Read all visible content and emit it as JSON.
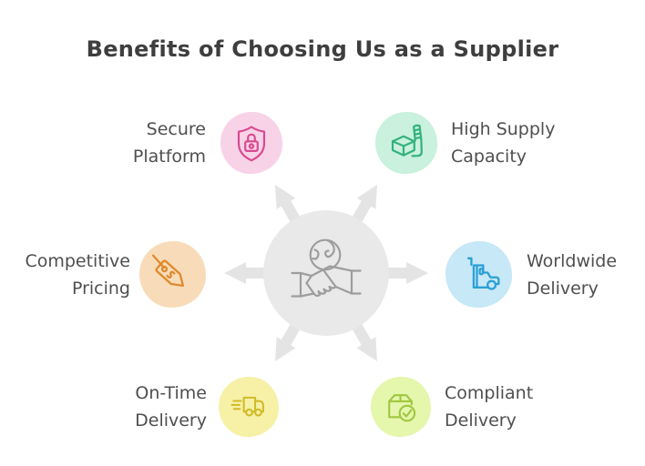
{
  "title": "Benefits of Choosing Us as a Supplier",
  "center": {
    "icon": "handshake-globe-icon"
  },
  "benefits": [
    {
      "id": "secure-platform",
      "lines": [
        "Secure",
        "Platform"
      ],
      "position": "top-left",
      "icon": "shield-lock-icon",
      "circle_color": "#f8d3e8",
      "icon_color": "#d94a90"
    },
    {
      "id": "high-supply-capacity",
      "lines": [
        "High Supply",
        "Capacity"
      ],
      "position": "top-right",
      "icon": "box-handtruck-icon",
      "circle_color": "#c9f1dd",
      "icon_color": "#33b27c"
    },
    {
      "id": "competitive-pricing",
      "lines": [
        "Competitive",
        "Pricing"
      ],
      "position": "middle-left",
      "icon": "price-tag-icon",
      "circle_color": "#f8dcb9",
      "icon_color": "#df8a2e"
    },
    {
      "id": "worldwide-delivery",
      "lines": [
        "Worldwide",
        "Delivery"
      ],
      "position": "middle-right",
      "icon": "semi-truck-icon",
      "circle_color": "#c7e8f6",
      "icon_color": "#2ba0d6"
    },
    {
      "id": "on-time-delivery",
      "lines": [
        "On-Time",
        "Delivery"
      ],
      "position": "bottom-left",
      "icon": "speeding-truck-icon",
      "circle_color": "#f6f1a7",
      "icon_color": "#d1ba2a"
    },
    {
      "id": "compliant-delivery",
      "lines": [
        "Compliant",
        "Delivery"
      ],
      "position": "bottom-right",
      "icon": "box-checkmark-icon",
      "circle_color": "#e5f6ad",
      "icon_color": "#a0c73f"
    }
  ],
  "colors": {
    "background": "#ffffff",
    "title_text": "#3e3e3e",
    "label_text": "#4f4f4f",
    "hub_fill": "#e9e9e9",
    "arrow_fill": "#e4e4e4",
    "center_icon_stroke": "#9d9d9d"
  }
}
